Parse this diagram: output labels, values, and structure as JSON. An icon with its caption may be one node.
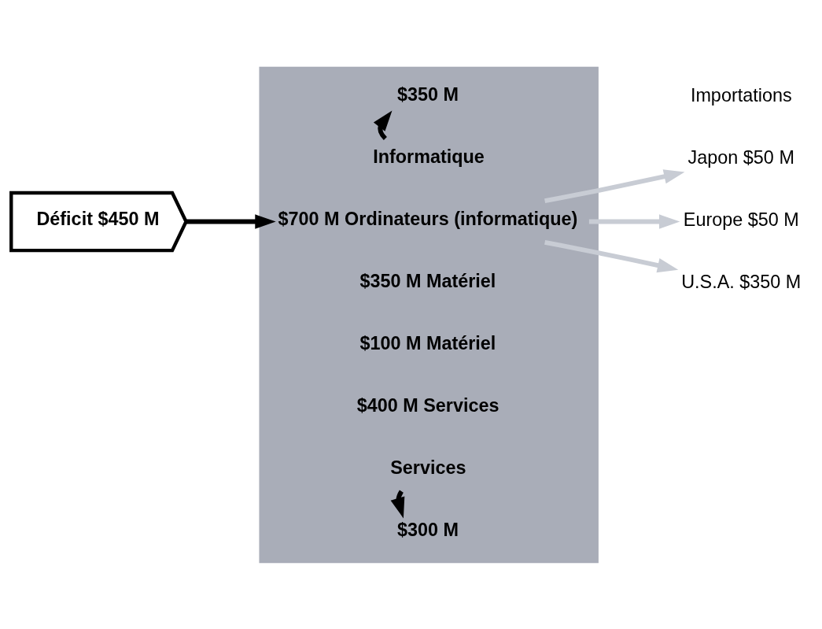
{
  "diagram": {
    "nodes": [
      {
        "text": [],
        "shape": "bar"
      },
      {
        "text": [
          "$350 M"
        ],
        "in": 0
      },
      {
        "text": [
          "Informatique"
        ],
        "in": 0
      },
      {
        "text": [
          "$700 M Ordinateurs (informatique)"
        ],
        "in": 0
      },
      {
        "text": [
          "$350 M Matériel"
        ],
        "in": 0
      },
      {
        "text": [
          "$100 M Matériel"
        ],
        "in": 0
      },
      {
        "text": [
          "$400 M Services"
        ],
        "in": 0
      },
      {
        "text": [
          "Services"
        ],
        "in": 0
      },
      {
        "text": [
          "$300 M"
        ],
        "in": 0
      },
      {
        "text": [
          "Déficit $450 M"
        ]
      },
      {
        "text": [
          "Japon $50 M"
        ]
      },
      {
        "text": [
          "Europe $50 M"
        ]
      },
      {
        "text": [
          "U.S.A. $350 M"
        ]
      }
    ],
    "edges": [
      {
        "from": 2,
        "to": 1,
        "arrow": "to"
      },
      {
        "from": 9,
        "to": 3,
        "arrow": "to"
      },
      {
        "from": 3,
        "to": 10,
        "arrow": "to",
        "color": "#c8ccd4"
      },
      {
        "from": 3,
        "to": 11,
        "arrow": "to",
        "color": "#c8ccd4"
      },
      {
        "from": 3,
        "to": 12,
        "arrow": "to",
        "color": "#c8ccd4"
      },
      {
        "from": 7,
        "to": 8,
        "arrow": "to"
      }
    ],
    "labels": [
      "Importations"
    ]
  }
}
